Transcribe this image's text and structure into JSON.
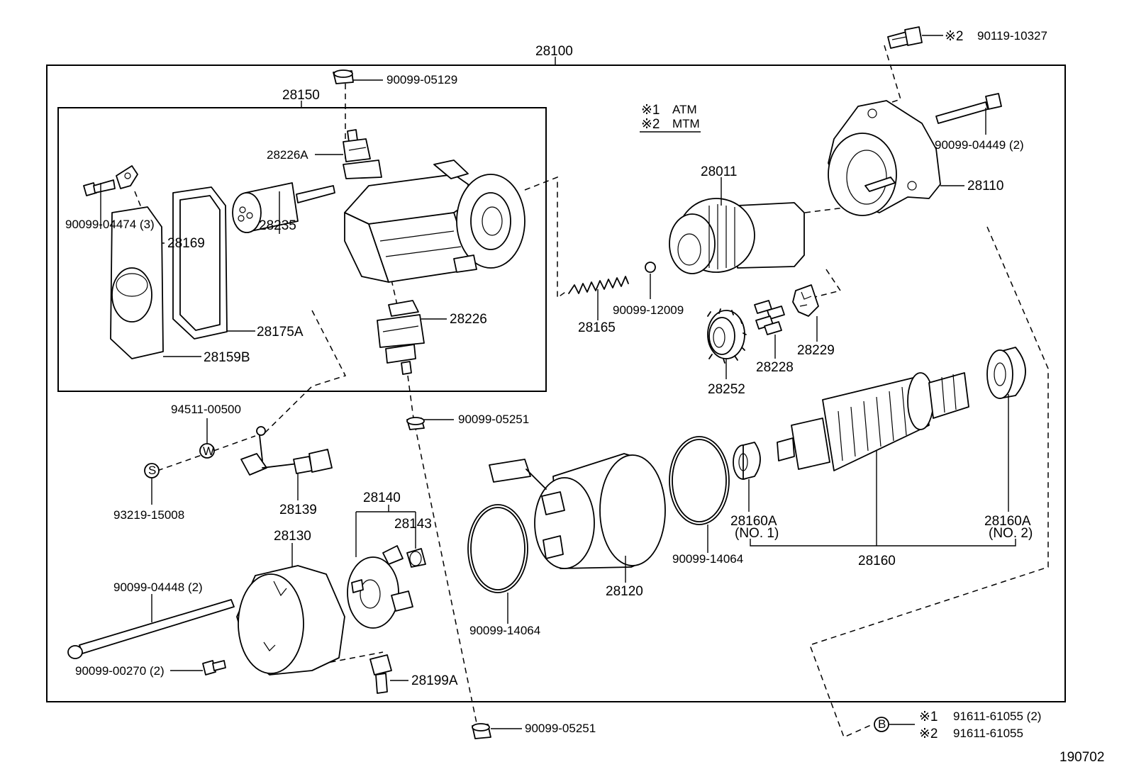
{
  "diagram_code": "190702",
  "legend": {
    "mark1": "※1",
    "mark1_text": "ATM",
    "mark2": "※2",
    "mark2_text": "MTM"
  },
  "callouts": {
    "p28100": "28100",
    "p28150": "28150",
    "p90099_05129": "90099-05129",
    "p28226A": "28226A",
    "p90099_04474": "90099-04474 (3)",
    "p28169": "28169",
    "p28235": "28235",
    "p28175A": "28175A",
    "p28159B": "28159B",
    "p28226": "28226",
    "p28165": "28165",
    "p90099_12009": "90099-12009",
    "p28011": "28011",
    "p28252": "28252",
    "p28228": "28228",
    "p28229": "28229",
    "p28110": "28110",
    "p90099_04449": "90099-04449 (2)",
    "p90119_10327": "90119-10327",
    "p94511_00500": "94511-00500",
    "p93219_15008": "93219-15008",
    "p28139": "28139",
    "p90099_05251a": "90099-05251",
    "p28140": "28140",
    "p28143": "28143",
    "p28130": "28130",
    "p90099_04448": "90099-04448 (2)",
    "p90099_00270": "90099-00270 (2)",
    "p28199A": "28199A",
    "p90099_05251b": "90099-05251",
    "p90099_14064a": "90099-14064",
    "p28120": "28120",
    "p90099_14064b": "90099-14064",
    "p28160A_1": "28160A",
    "p28160A_1_sub": "(NO. 1)",
    "p28160A_2": "28160A",
    "p28160A_2_sub": "(NO. 2)",
    "p28160": "28160",
    "p91611_atm": "91611-61055 (2)",
    "p91611_mtm": "91611-61055"
  },
  "symbols": {
    "w": "W",
    "s": "S",
    "b": "B"
  }
}
